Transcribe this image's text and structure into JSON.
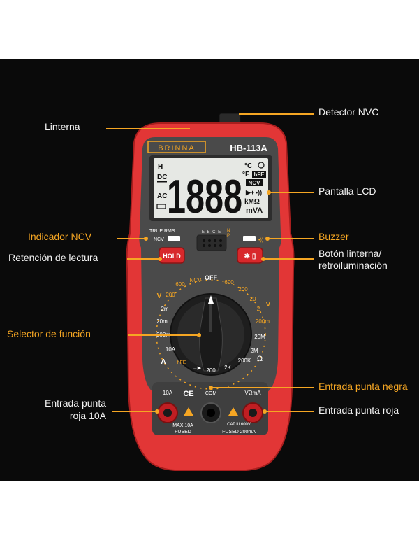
{
  "labels": {
    "linterna": "Linterna",
    "detector_nvc": "Detector NVC",
    "pantalla_lcd": "Pantalla LCD",
    "indicador_ncv": "Indicador NCV",
    "buzzer": "Buzzer",
    "retencion": "Retención de lectura",
    "boton_linterna_1": "Botón linterna/",
    "boton_linterna_2": "retroiluminación",
    "selector": "Selector de función",
    "entrada_negra": "Entrada punta negra",
    "entrada_roja_10a_1": "Entrada punta",
    "entrada_roja_10a_2": "roja 10A",
    "entrada_roja": "Entrada punta roja"
  },
  "device": {
    "brand": "BRINNA",
    "model": "HB-113A",
    "lcd": {
      "digits": "1888",
      "left_h": "H",
      "left_dc": "DC",
      "left_ac": "AC",
      "unit_c": "°C",
      "unit_f": "°F",
      "unit_hfe": "hFE",
      "unit_ncv": "NCV",
      "unit_kmohm": "kMΩ",
      "unit_va": "mVA",
      "unit_diode": "▶+"
    },
    "true_rms": "TRUE RMS",
    "ncv_label": "NCV",
    "socket_letters": "E B C E",
    "socket_n": "N",
    "socket_p": "P",
    "hold": "HOLD",
    "off": "OFF",
    "dial_left": [
      "600",
      "200",
      "2m",
      "20m",
      "200m",
      "10A"
    ],
    "dial_top": [
      "NCV",
      "600",
      "200",
      "20",
      "2",
      "200m"
    ],
    "dial_right": [
      "20M",
      "2M",
      "200K"
    ],
    "dial_bottom": [
      "200",
      "2K"
    ],
    "dial_hfe": "hFE",
    "dial_ohm": "Ω",
    "dial_v_dc": "V",
    "dial_v_ac": "V",
    "dial_a": "A",
    "jack_10a": "10A",
    "jack_com": "COM",
    "jack_vma": "VΩmA",
    "max_10a": "MAX 10A",
    "fused": "FUSED",
    "cat": "CAT III 600V",
    "fused_200": "FUSED 200mA",
    "ce": "CE"
  },
  "colors": {
    "body_red": "#e23636",
    "accent_orange": "#f5a623",
    "panel_gray": "#4a4a4a",
    "lcd_bg": "#e6e8e4"
  }
}
